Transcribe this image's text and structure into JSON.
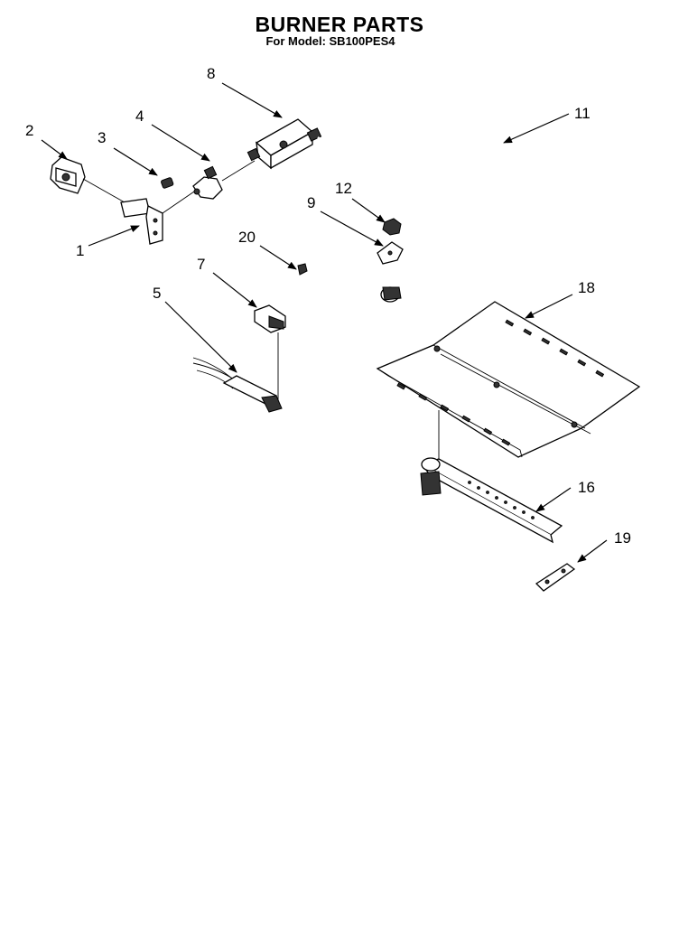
{
  "header": {
    "title": "BURNER PARTS",
    "subtitle": "For Model: SB100PES4"
  },
  "callouts": {
    "c1": "1",
    "c2": "2",
    "c3": "3",
    "c4": "4",
    "c5": "5",
    "c7": "7",
    "c8": "8",
    "c9": "9",
    "c11": "11",
    "c12": "12",
    "c16": "16",
    "c18": "18",
    "c19": "19",
    "c20": "20"
  }
}
